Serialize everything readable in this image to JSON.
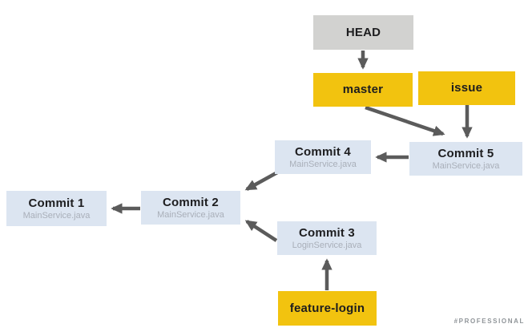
{
  "diagram": {
    "head": {
      "label": "HEAD"
    },
    "branches": {
      "master": {
        "label": "master"
      },
      "issue": {
        "label": "issue"
      },
      "feature_login": {
        "label": "feature-login"
      }
    },
    "commits": {
      "c1": {
        "title": "Commit 1",
        "file": "MainService.java"
      },
      "c2": {
        "title": "Commit 2",
        "file": "MainService.java"
      },
      "c3": {
        "title": "Commit 3",
        "file": "LoginService.java"
      },
      "c4": {
        "title": "Commit 4",
        "file": "MainService.java"
      },
      "c5": {
        "title": "Commit 5",
        "file": "MainService.java"
      }
    },
    "edges": [
      {
        "from": "HEAD",
        "to": "master"
      },
      {
        "from": "master",
        "to": "Commit 5"
      },
      {
        "from": "issue",
        "to": "Commit 5"
      },
      {
        "from": "Commit 5",
        "to": "Commit 4"
      },
      {
        "from": "Commit 4",
        "to": "Commit 2"
      },
      {
        "from": "Commit 2",
        "to": "Commit 1"
      },
      {
        "from": "Commit 3",
        "to": "Commit 2"
      },
      {
        "from": "feature-login",
        "to": "Commit 3"
      }
    ],
    "colors": {
      "head_box": "#d2d2d0",
      "branch_box": "#f2c30f",
      "commit_box": "#dce5f1",
      "arrow": "#5b5b5b",
      "title_text": "#1d1d1f",
      "subtitle_text": "#a9afb9",
      "watermark_text": "#8f9498"
    },
    "watermark": "#PROFESSIONAL"
  }
}
